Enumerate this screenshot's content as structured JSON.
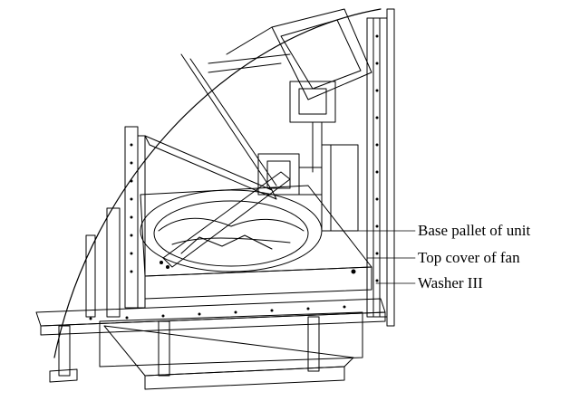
{
  "diagram": {
    "callouts": [
      {
        "id": "base-pallet",
        "label": "Base pallet of unit"
      },
      {
        "id": "top-cover",
        "label": "Top cover of fan"
      },
      {
        "id": "washer",
        "label": "Washer III"
      }
    ]
  },
  "colors": {
    "line": "#000000",
    "background": "#ffffff"
  }
}
